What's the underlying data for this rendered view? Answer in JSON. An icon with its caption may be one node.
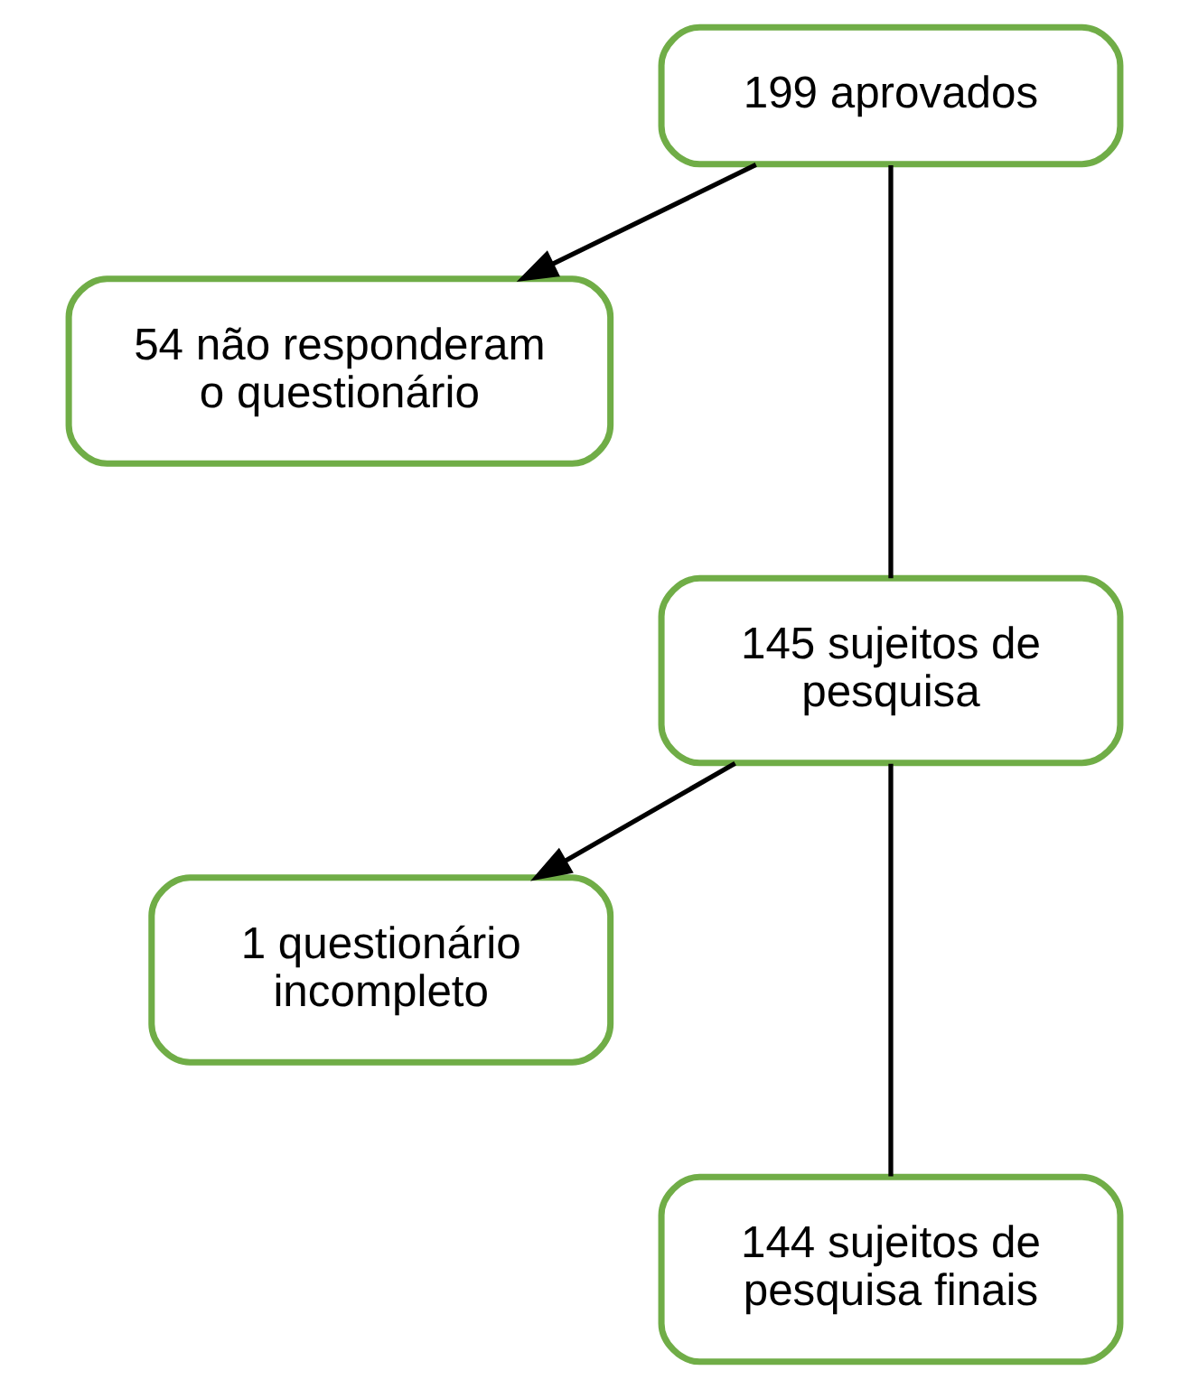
{
  "diagram": {
    "nodes": [
      {
        "text": [
          "199 aprovados"
        ]
      },
      {
        "text": [
          "54 não responderam o questionário"
        ]
      },
      {
        "text": [
          "145 sujeitos de pesquisa"
        ]
      },
      {
        "text": [
          "1 questionário incompleto"
        ]
      },
      {
        "text": [
          "144 sujeitos de pesquisa finais"
        ]
      }
    ],
    "edges": [
      {
        "from": 0,
        "to": 1,
        "arrow": "to"
      },
      {
        "from": 0,
        "to": 2,
        "arrow": "none"
      },
      {
        "from": 2,
        "to": 3,
        "arrow": "to"
      },
      {
        "from": 2,
        "to": 4,
        "arrow": "none"
      }
    ]
  }
}
